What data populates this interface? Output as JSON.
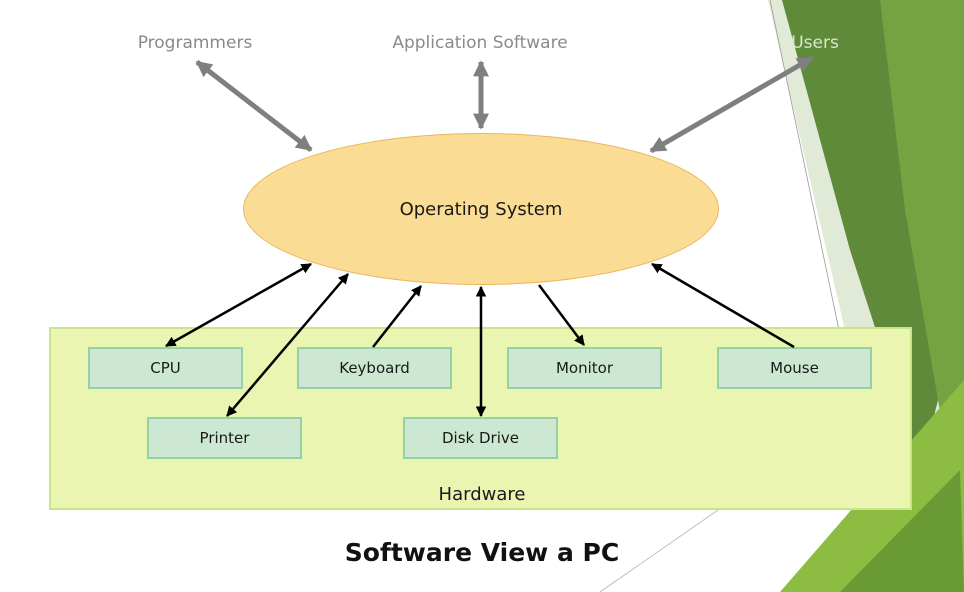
{
  "diagram": {
    "top_labels": {
      "programmers": "Programmers",
      "application_software": "Application Software",
      "users": "Users"
    },
    "center": "Operating System",
    "devices": {
      "cpu": "CPU",
      "keyboard": "Keyboard",
      "monitor": "Monitor",
      "mouse": "Mouse",
      "printer": "Printer",
      "disk_drive": "Disk Drive"
    },
    "container_label": "Hardware",
    "caption": "Software View a PC"
  },
  "colors": {
    "ellipse_fill": "#fbdc94",
    "hardware_fill": "#ebf5b2",
    "device_fill": "#cde8d2",
    "gray_arrow": "#7f7f7f",
    "green_accent": "#6f9a3b"
  }
}
